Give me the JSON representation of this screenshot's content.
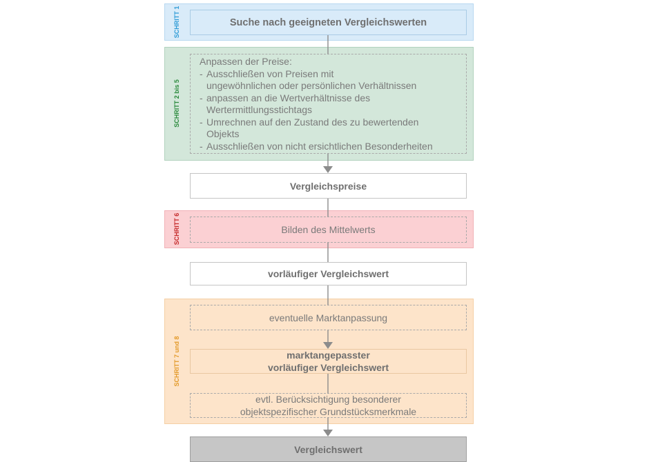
{
  "steps": {
    "step1": {
      "label": "SCHRITT 1",
      "color": "#2e9bd6",
      "bg": "#d9ebf9",
      "border": "#b7d8f0"
    },
    "step2": {
      "label": "SCHRITT 2 bis 5",
      "color": "#2a8a3c",
      "bg": "#d3e7da",
      "border": "#b1d2bd"
    },
    "step3": {
      "label": "SCHRITT 6",
      "color": "#c42929",
      "bg": "#fbd0d3",
      "border": "#f1b1b6"
    },
    "step4": {
      "label": "SCHRITT 7 und 8",
      "color": "#e39a2a",
      "bg": "#fde4ca",
      "border": "#f5cfa4"
    }
  },
  "boxes": {
    "search": "Suche nach geeigneten Vergleichswerten",
    "adjust": {
      "heading": "Anpassen der Preise:",
      "items": [
        "Ausschließen von Preisen mit\nungewöhnlichen oder persönlichen Verhältnissen",
        "anpassen an die Wertverhältnisse des\nWertermittlungsstichtags",
        "Umrechnen auf den Zustand des zu bewertenden\nObjekts",
        "Ausschließen von nicht ersichtlichen Besonderheiten"
      ]
    },
    "comparison_prices": "Vergleichspreise",
    "mean": "Bilden des Mittelwerts",
    "preliminary": "vorläufiger Vergleichswert",
    "market_adjust": "eventuelle Marktanpassung",
    "market_adjusted": "marktangepasster\nvorläufiger Vergleichswert",
    "special": "evtl. Berücksichtigung besonderer\nobjektspezifischer Grundstücksmerkmale",
    "final": "Vergleichswert"
  },
  "colors": {
    "connector": "#8c8c8c",
    "final_bg": "#c6c6c6",
    "final_border": "#9e9e9e"
  }
}
